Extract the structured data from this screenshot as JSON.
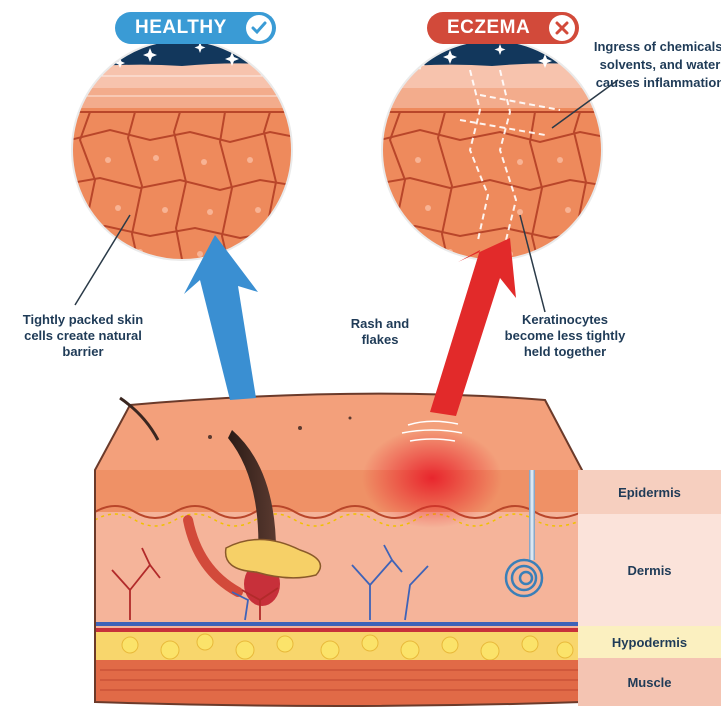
{
  "badges": {
    "healthy": "HEALTHY",
    "eczema": "ECZEMA"
  },
  "annotations": {
    "tightly_packed": "Tightly packed skin cells create natural barrier",
    "rash": "Rash and flakes",
    "keratinocytes": "Keratinocytes become less tightly held together",
    "ingress": "Ingress of chemicals, solvents, and water causes inflammation"
  },
  "layers": {
    "epidermis": "Epidermis",
    "dermis": "Dermis",
    "hypodermis": "Hypodermis",
    "muscle": "Muscle"
  },
  "colors": {
    "healthy_blue": "#3a9bd5",
    "eczema_red": "#d24a3a",
    "skin": "#f0a480",
    "cell_fill": "#ee8a5c",
    "cell_line": "#b9462a",
    "night_sky": "#12375c",
    "label_text": "#1f3b57"
  },
  "icons": {
    "healthy_badge": "check-icon",
    "eczema_badge": "x-icon"
  }
}
